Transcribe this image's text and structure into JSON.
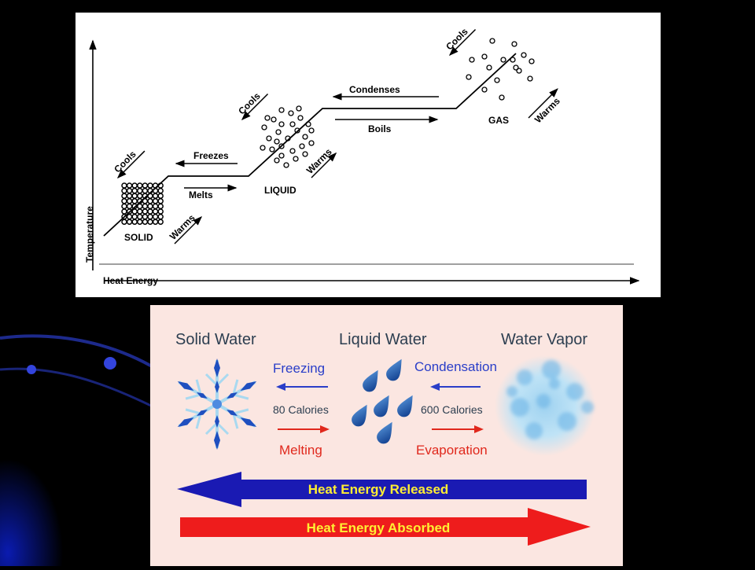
{
  "phase_graph": {
    "y_axis_label": "Temperature",
    "x_axis_label": "Heat Energy",
    "states": {
      "solid": "SOLID",
      "liquid": "LIQUID",
      "gas": "GAS"
    },
    "transitions": {
      "solid_cools": "Cools",
      "solid_warms": "Warms",
      "freezes": "Freezes",
      "melts": "Melts",
      "liquid_cools": "Cools",
      "liquid_warms": "Warms",
      "condenses": "Condenses",
      "boils": "Boils",
      "gas_cools": "Cools",
      "gas_warms": "Warms"
    }
  },
  "water_states": {
    "headings": {
      "solid": "Solid Water",
      "liquid": "Liquid Water",
      "vapor": "Water Vapor"
    },
    "left_exchange": {
      "top_label": "Freezing",
      "amount": "80 Calories",
      "bottom_label": "Melting"
    },
    "right_exchange": {
      "top_label": "Condensation",
      "amount": "600 Calories",
      "bottom_label": "Evaporation"
    },
    "released_arrow_label": "Heat Energy Released",
    "absorbed_arrow_label": "Heat Energy Absorbed"
  },
  "colors": {
    "released_arrow": "#1a1ab3",
    "absorbed_arrow": "#ee1c1c",
    "arrow_text": "#ffee33",
    "top_labels": "#2a3ec8",
    "bottom_labels": "#e0281c",
    "panel_bg": "#fbe6e1",
    "droplet": "#1a55b0"
  }
}
